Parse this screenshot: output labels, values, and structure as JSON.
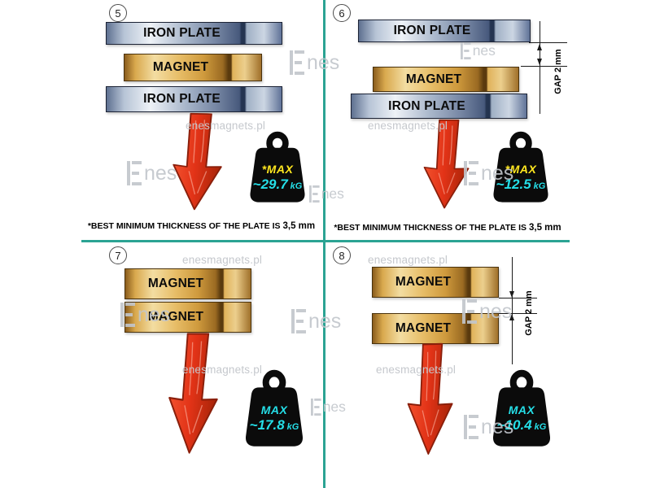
{
  "colors": {
    "divider_teal": "#2ba393",
    "arrow_red": "#e23317",
    "weight_black": "#0b0b0b",
    "max_label_yellow": "#ffe71f",
    "value_cyan": "#25dfe8",
    "iron_plate_steel": "#9fafc4",
    "magnet_gold": "#e0b25a",
    "watermark_gray": "#c5c8cd"
  },
  "panels": [
    {
      "number": "5",
      "layers": [
        "IRON PLATE",
        "MAGNET",
        "IRON PLATE"
      ],
      "weight": {
        "label": "*MAX",
        "value": "~29.7",
        "unit": "kG"
      },
      "footnote": {
        "text": "*BEST MINIMUM THICKNESS OF THE PLATE IS",
        "value": "3,5 mm"
      }
    },
    {
      "number": "6",
      "layers": [
        "IRON PLATE",
        "MAGNET",
        "IRON PLATE"
      ],
      "gap_label": "GAP 2 mm",
      "weight": {
        "label": "*MAX",
        "value": "~12.5",
        "unit": "kG"
      },
      "footnote": {
        "text": "*BEST MINIMUM THICKNESS OF THE PLATE IS",
        "value": "3,5 mm"
      }
    },
    {
      "number": "7",
      "layers": [
        "MAGNET",
        "MAGNET"
      ],
      "weight": {
        "label": "MAX",
        "value": "~17.8",
        "unit": "kG"
      }
    },
    {
      "number": "8",
      "layers": [
        "MAGNET",
        "MAGNET"
      ],
      "gap_label": "GAP 2 mm",
      "weight": {
        "label": "MAX",
        "value": "~10.4",
        "unit": "kG"
      }
    }
  ],
  "watermark": {
    "site": "enesmagnets.pl",
    "logo_text": "nes"
  }
}
